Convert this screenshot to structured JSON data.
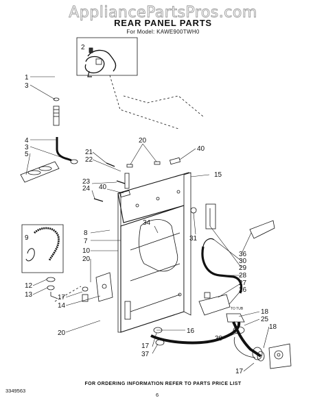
{
  "watermark": "AppliancePartsPros.com",
  "title": "REAR PANEL PARTS",
  "subtitle_prefix": "For Model:",
  "model": "KAWE900TWH0",
  "footer_note": "FOR ORDERING INFORMATION REFER TO PARTS PRICE LIST",
  "doc_number": "3349563",
  "page_number": "6",
  "tiny_label": "TO TUB",
  "callouts": [
    "2",
    "1",
    "3",
    "4",
    "3",
    "5",
    "21",
    "22",
    "20",
    "40",
    "15",
    "23",
    "24",
    "40",
    "8",
    "7",
    "9",
    "10",
    "20",
    "34",
    "31",
    "36",
    "30",
    "29",
    "28",
    "27",
    "26",
    "12",
    "13",
    "17",
    "14",
    "20",
    "16",
    "18",
    "25",
    "18",
    "39",
    "17",
    "37",
    "17"
  ]
}
